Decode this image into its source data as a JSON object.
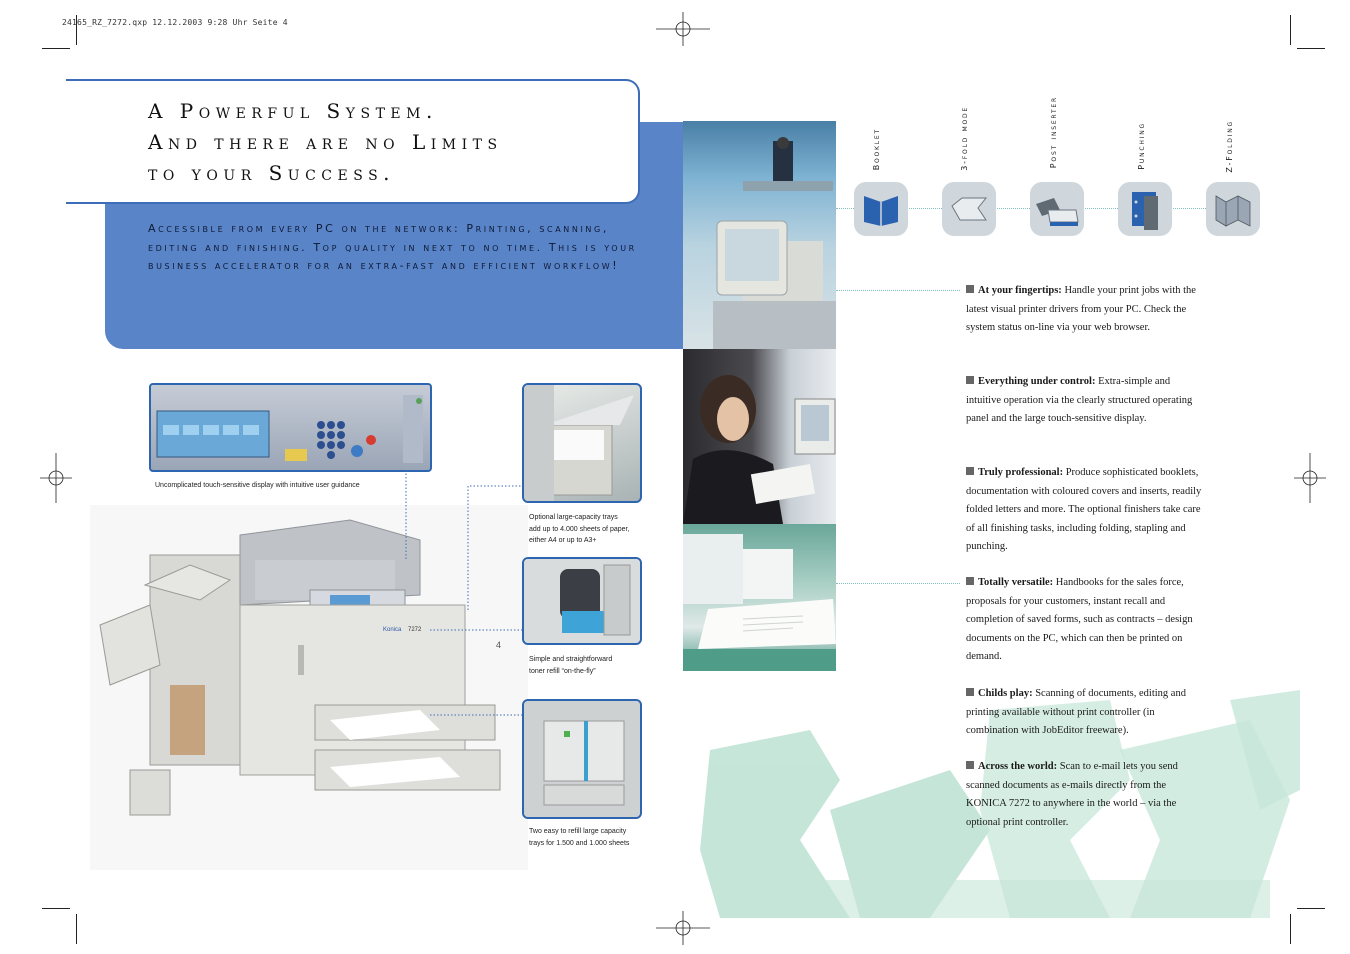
{
  "slug": "24165_RZ_7272.qxp  12.12.2003  9:28 Uhr  Seite 4",
  "title_lines": [
    "A Powerful System.",
    "And there are no Limits",
    "to your Success."
  ],
  "intro": "Accessible from every PC on the network: Printing, scanning, editing and finishing. Top quality in next to no time. This is your business accelerator for an extra-fast and efficient workflow!",
  "finishing_modes": [
    "Booklet",
    "3-fold mode",
    "Post inserter",
    "Punching",
    "Z-Folding"
  ],
  "features": [
    {
      "head": "At your fingertips:",
      "body": "Handle your print jobs with the latest visual printer drivers from your PC. Check the system status on-line via your web browser."
    },
    {
      "head": "Everything under control:",
      "body": "Extra-simple and intuitive operation via the clearly structured operating panel and the large touch-sensitive display."
    },
    {
      "head": "Truly professional:",
      "body": "Produce sophisticated booklets, documentation with coloured covers and inserts, readily folded letters and more. The optional finishers take care of all finishing tasks, including folding, stapling and punching."
    },
    {
      "head": "Totally versatile:",
      "body": "Handbooks for the sales force, proposals for your customers, instant recall and completion of saved forms, such as contracts – design documents on the PC, which can then be printed on demand."
    },
    {
      "head": "Childs play:",
      "body": "Scanning of documents, editing and printing available without print controller (in combination with JobEditor freeware)."
    },
    {
      "head": "Across the world:",
      "body": "Scan to e-mail lets you send scanned documents as e-mails directly from the KONICA 7272 to anywhere in the world – via the optional print controller."
    }
  ],
  "captions": {
    "panel": "Uncomplicated touch-sensitive display with intuitive user guidance",
    "trays": [
      "Optional large-capacity trays",
      "add up to 4.000 sheets of paper,",
      "either A4 or up to A3+"
    ],
    "toner": [
      "Simple and straightforward",
      "toner refill “on-the-fly”"
    ],
    "refill": [
      "Two easy to refill large capacity",
      "trays for 1.500 and 1.000 sheets"
    ]
  },
  "machine": {
    "brand": "Konica",
    "model": "7272",
    "unit": "4"
  },
  "colors": {
    "accent_blue": "#5a84c8",
    "frame_blue": "#2e65b0",
    "mint": "#bfe3d4"
  }
}
